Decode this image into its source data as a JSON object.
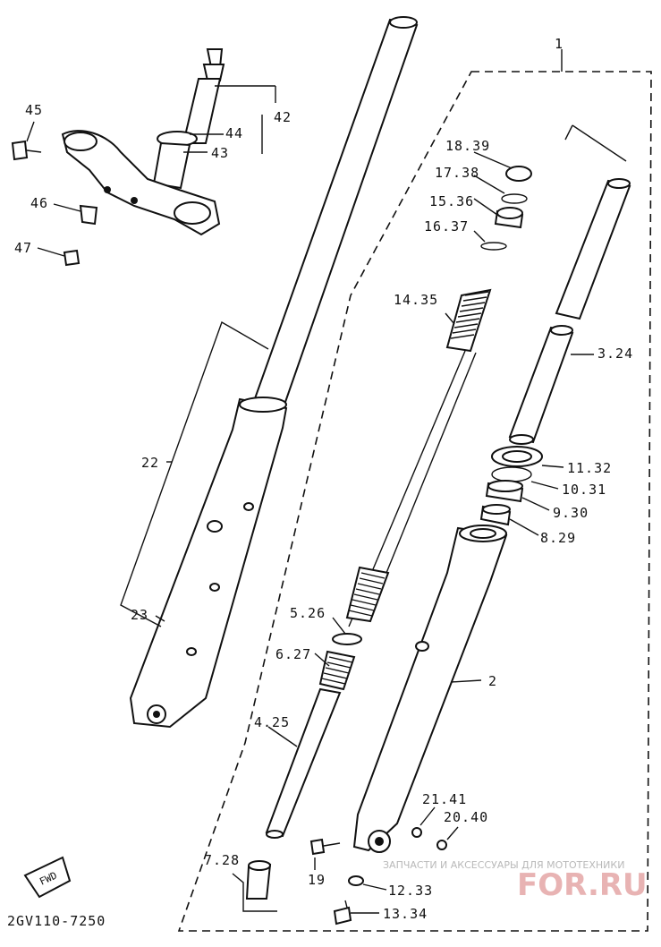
{
  "labels": {
    "l1": "1",
    "l2": "2",
    "l3": "3.24",
    "l4": "4.25",
    "l5": "5.26",
    "l6": "6.27",
    "l7": "7.28",
    "l8": "8.29",
    "l9": "9.30",
    "l10": "10.31",
    "l11": "11.32",
    "l12": "12.33",
    "l13": "13.34",
    "l14": "14.35",
    "l15": "15.36",
    "l16": "16.37",
    "l17": "17.38",
    "l18": "18.39",
    "l19": "19",
    "l20": "20.40",
    "l21": "21.41",
    "l22": "22",
    "l23": "23",
    "l42": "42",
    "l43": "43",
    "l44": "44",
    "l45": "45",
    "l46": "46",
    "l47": "47"
  },
  "fwd_mark": "FWD",
  "drawing_code": "2GV110-7250",
  "watermark": {
    "line1": "ЗАПЧАСТИ И АКСЕССУАРЫ ДЛЯ МОТОТЕХНИКИ",
    "line2": "FOR.RU"
  }
}
